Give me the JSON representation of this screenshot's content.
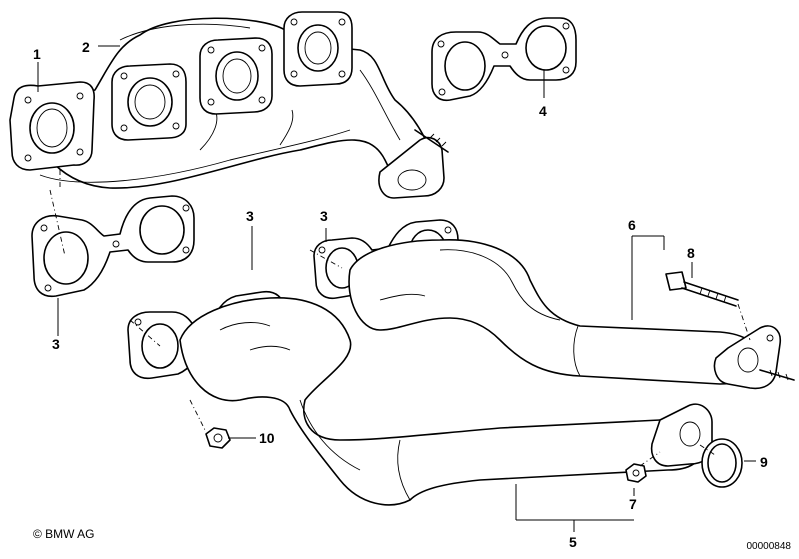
{
  "callouts": {
    "c1": "1",
    "c2": "2",
    "c3_left": "3",
    "c3_mid": "3",
    "c3_right": "3",
    "c4": "4",
    "c5": "5",
    "c6": "6",
    "c7": "7",
    "c8": "8",
    "c9": "9",
    "c10": "10"
  },
  "footer": {
    "copyright": "© BMW AG",
    "document_number": "00000848"
  }
}
